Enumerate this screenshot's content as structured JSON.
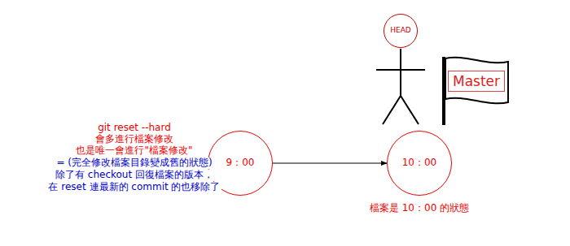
{
  "diagram": {
    "nodes": [
      {
        "text": [
          "HEAD"
        ]
      },
      {
        "text": [
          "Master"
        ]
      },
      {
        "text": [
          "9：00"
        ]
      },
      {
        "text": [
          "10：00"
        ]
      }
    ],
    "edges": [
      {
        "from": 2,
        "to": 3,
        "arrow": "to"
      }
    ],
    "labels": [
      "git reset --hard",
      "會多進行檔案修改",
      "也是唯一會進行\"檔案修改\"",
      "= (完全修改檔案目錄變成舊的狀態)",
      "除了有 checkout 回復檔案的版本，",
      "在 reset 連最新的 commit 的也移除了",
      "檔案是 10：00 的狀態"
    ]
  }
}
